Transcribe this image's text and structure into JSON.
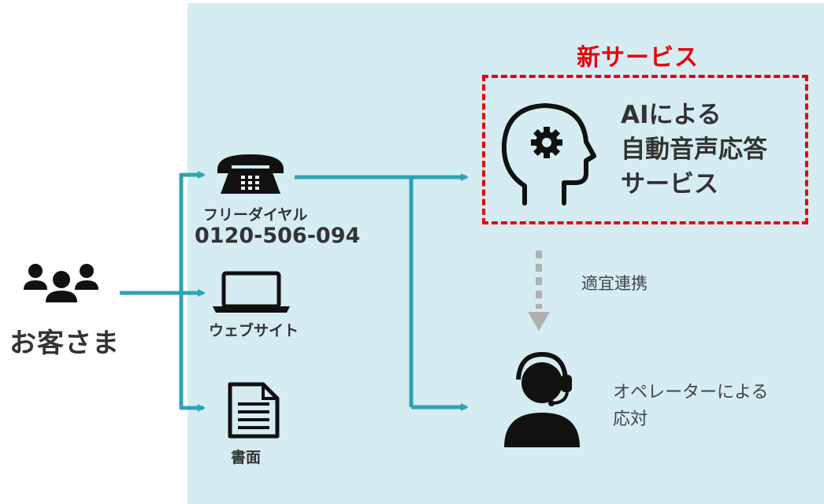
{
  "customer": {
    "label": "お客さま"
  },
  "channels": {
    "phone": {
      "name": "フリーダイヤル",
      "number": "0120-506-094"
    },
    "web": {
      "name": "ウェブサイト"
    },
    "paper": {
      "name": "書面"
    }
  },
  "new_service": {
    "badge": "新サービス",
    "lines": [
      "AIによる",
      "自動音声応答",
      "サービス"
    ]
  },
  "link": {
    "label": "適宜連携"
  },
  "operator": {
    "lines": [
      "オペレーターによる",
      "応対"
    ]
  },
  "colors": {
    "panel": "#d5ecf2",
    "flow": "#2fa3b5",
    "accent_red": "#e8000b",
    "icon": "#111111",
    "link_arrow": "#b0b0b0"
  },
  "icons": [
    "customers-icon",
    "phone-icon",
    "laptop-icon",
    "document-icon",
    "ai-head-gear-icon",
    "operator-headset-icon"
  ]
}
